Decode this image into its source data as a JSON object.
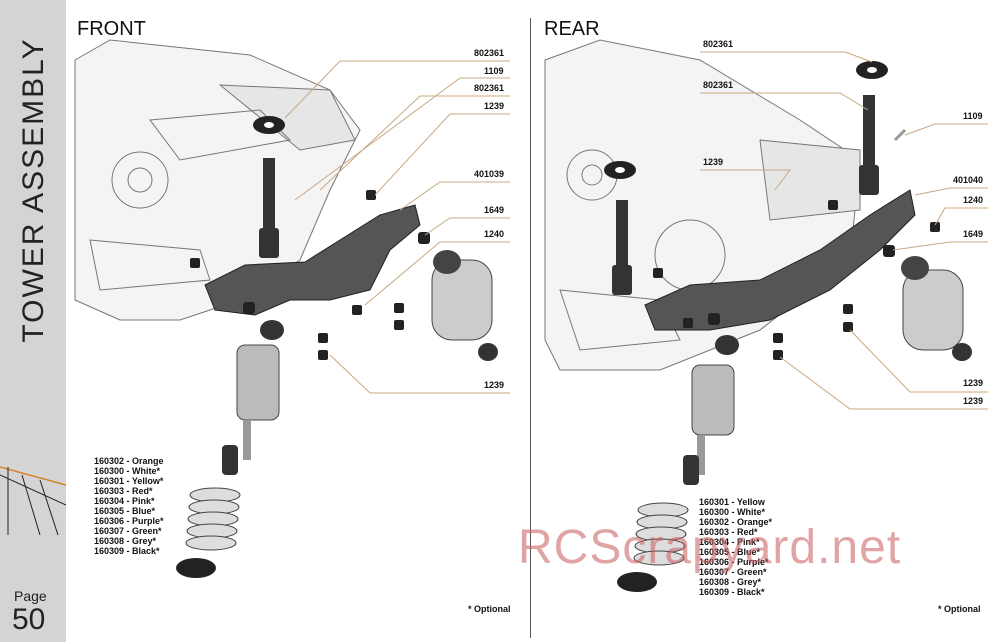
{
  "sidebar": {
    "title": "TOWER ASSEMBLY",
    "page_label": "Page",
    "page_number": "50"
  },
  "front": {
    "title": "FRONT",
    "parts": [
      "802361",
      "1109",
      "802361",
      "1239",
      "401039",
      "1649",
      "1240",
      "1239"
    ],
    "spring_options": [
      "160302 - Orange",
      "160300 - White*",
      "160301 - Yellow*",
      "160303 - Red*",
      "160304 - Pink*",
      "160305 - Blue*",
      "160306 - Purple*",
      "160307 - Green*",
      "160308 - Grey*",
      "160309 - Black*"
    ],
    "optional_note": "* Optional"
  },
  "rear": {
    "title": "REAR",
    "parts": [
      "802361",
      "802361",
      "1109",
      "1239",
      "401040",
      "1240",
      "1649",
      "1239",
      "1239"
    ],
    "spring_options": [
      "160301 - Yellow",
      "160300 - White*",
      "160302 - Orange*",
      "160303 - Red*",
      "160304 - Pink*",
      "160305 - Blue*",
      "160306 - Purple*",
      "160307 - Green*",
      "160308 - Grey*",
      "160309 - Black*"
    ],
    "optional_note": "* Optional"
  },
  "watermark": "RCScrapyard.net"
}
